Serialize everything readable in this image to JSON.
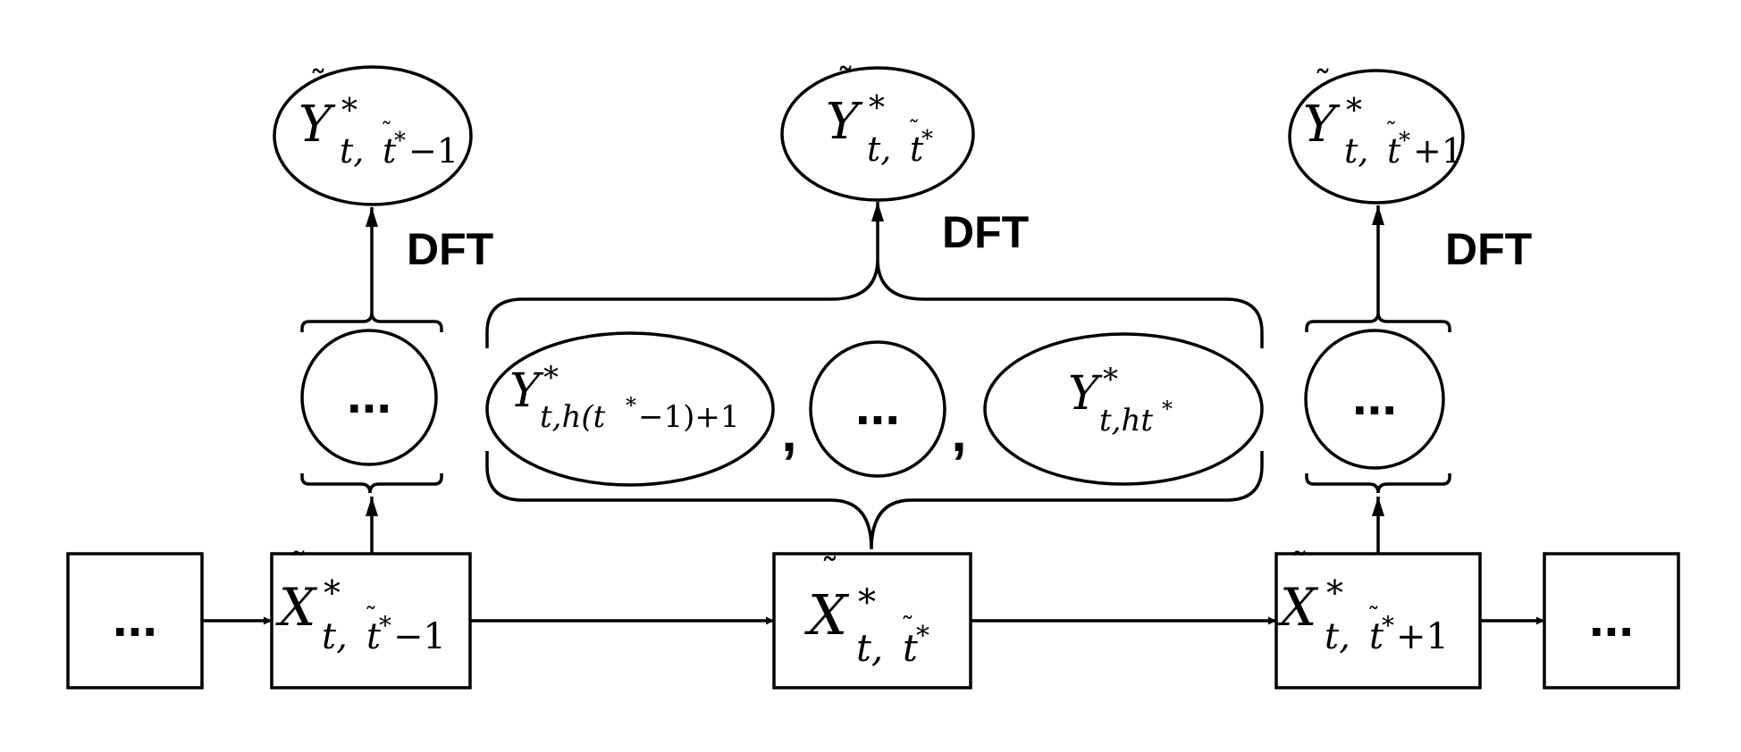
{
  "labels": {
    "ellipsis": "...",
    "dft": "DFT",
    "comma": ","
  },
  "hidden_states": [
    {
      "base": "X",
      "sub_pre": "t,",
      "sub_hat": "t",
      "sub_sup": "*",
      "sub_post": "−1"
    },
    {
      "base": "X",
      "sub_pre": "t,",
      "sub_hat": "t",
      "sub_sup": "*",
      "sub_post": ""
    },
    {
      "base": "X",
      "sub_pre": "t,",
      "sub_hat": "t",
      "sub_sup": "*",
      "sub_post": "+1"
    }
  ],
  "dft_outputs": [
    {
      "base": "Y",
      "sub_pre": "t,",
      "sub_hat": "t",
      "sub_sup": "*",
      "sub_post": "−1"
    },
    {
      "base": "Y",
      "sub_pre": "t,",
      "sub_hat": "t",
      "sub_sup": "*",
      "sub_post": ""
    },
    {
      "base": "Y",
      "sub_pre": "t,",
      "sub_hat": "t",
      "sub_sup": "*",
      "sub_post": "+1"
    }
  ],
  "observations": [
    {
      "base": "Y",
      "sub_pre": "t,h(t",
      "sub_sup": "*",
      "sub_post": "−1)+1"
    },
    {
      "base": "Y",
      "sub_pre": "t,ht",
      "sub_sup": "*",
      "sub_post": ""
    }
  ]
}
